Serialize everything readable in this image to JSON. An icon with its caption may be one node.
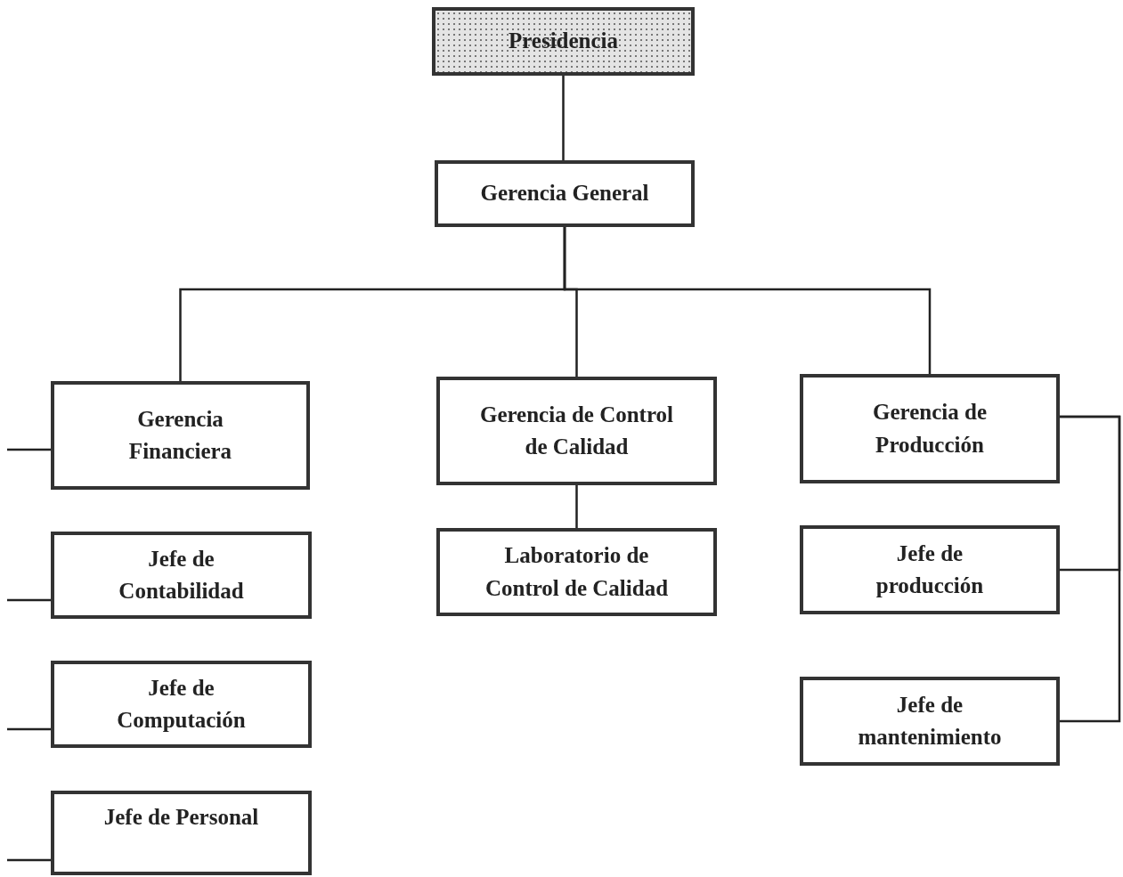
{
  "diagram": {
    "nodes": [
      {
        "text": [
          "Presidencia"
        ]
      },
      {
        "text": [
          "Gerencia General"
        ]
      },
      {
        "text": [
          "Gerencia Financiera"
        ]
      },
      {
        "text": [
          "Gerencia de Control de Calidad"
        ]
      },
      {
        "text": [
          "Gerencia de Producción"
        ]
      },
      {
        "text": [
          "Jefe de Contabilidad"
        ]
      },
      {
        "text": [
          "Jefe de Computación"
        ]
      },
      {
        "text": [
          "Jefe de Personal"
        ]
      },
      {
        "text": [
          "Laboratorio de Control de Calidad"
        ]
      },
      {
        "text": [
          "Jefe de producción"
        ]
      },
      {
        "text": [
          "Jefe de mantenimiento"
        ]
      }
    ],
    "edges": [
      {
        "from": 0,
        "to": 1,
        "arrow": "none"
      },
      {
        "from": 1,
        "to": 2,
        "arrow": "none"
      },
      {
        "from": 1,
        "to": 3,
        "arrow": "none"
      },
      {
        "from": 1,
        "to": 4,
        "arrow": "none"
      },
      {
        "from": 3,
        "to": 8,
        "arrow": "none"
      },
      {
        "from": 4,
        "to": 9,
        "arrow": "none"
      },
      {
        "from": 4,
        "to": 10,
        "arrow": "none"
      },
      {
        "from": null,
        "to": 2,
        "arrow": "none"
      },
      {
        "from": null,
        "to": 5,
        "arrow": "none"
      },
      {
        "from": null,
        "to": 6,
        "arrow": "none"
      },
      {
        "from": null,
        "to": 7,
        "arrow": "none"
      }
    ]
  }
}
